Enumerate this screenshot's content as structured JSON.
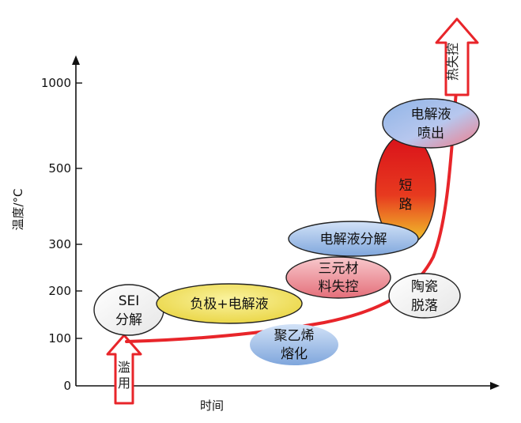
{
  "axes": {
    "y_title": "温度/°C",
    "x_title": "时间",
    "y_ticks": [
      "0",
      "100",
      "200",
      "300",
      "500",
      "1000"
    ]
  },
  "stages": {
    "sei": [
      "SEI",
      "分解"
    ],
    "anode": [
      "负极+电解液"
    ],
    "separator": [
      "聚乙烯",
      "熔化"
    ],
    "cathode": [
      "三元材",
      "料失控"
    ],
    "electrolyte": [
      "电解液分解"
    ],
    "ceramic": [
      "陶瓷",
      "脱落"
    ],
    "short": [
      "短",
      "路"
    ],
    "venting": [
      "电解液",
      "喷出"
    ]
  },
  "arrows": {
    "start": "滥用",
    "end": "热失控"
  },
  "colors": {
    "curve": "#e8252a",
    "arrow_outline": "#e8252a",
    "yellow_blob": "#f2e24a",
    "blue_blob": "#8fb2e2",
    "pink_blob": "#ec8a92",
    "short_blob_top": "#e2141a",
    "short_blob_bottom": "#f0c428"
  }
}
